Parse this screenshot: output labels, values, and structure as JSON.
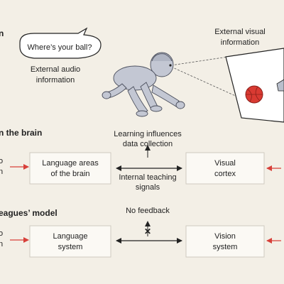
{
  "section_top": {
    "title_fragment": "n"
  },
  "speech_bubble": {
    "text": "Where’s your ball?"
  },
  "external_audio": {
    "line1": "External audio",
    "line2": "information"
  },
  "external_visual": {
    "line1": "External visual",
    "line2": "information"
  },
  "section_brain": {
    "title_fragment": "n the brain"
  },
  "brain_row": {
    "left_fragment_1": "o",
    "left_fragment_2": "n",
    "language_box": {
      "line1": "Language areas",
      "line2": "of the brain"
    },
    "visual_box": {
      "line1": "Visual",
      "line2": "cortex"
    },
    "learning_label": {
      "line1": "Learning influences",
      "line2": "data collection"
    },
    "teaching_label": {
      "line1": "Internal teaching",
      "line2": "signals"
    }
  },
  "section_model": {
    "title_fragment": "eagues’ model"
  },
  "model_row": {
    "left_fragment_1": "o",
    "left_fragment_2": "n",
    "language_box": {
      "line1": "Language",
      "line2": "system"
    },
    "vision_box": {
      "line1": "Vision",
      "line2": "system"
    },
    "no_feedback_label": "No feedback",
    "cross_symbol": "✕"
  },
  "colors": {
    "background": "#f3efe6",
    "accent_red": "#d7403a",
    "ball_red": "#d93a32",
    "baby_fill": "#c3c7d3",
    "box_fill": "#fbf9f4"
  }
}
